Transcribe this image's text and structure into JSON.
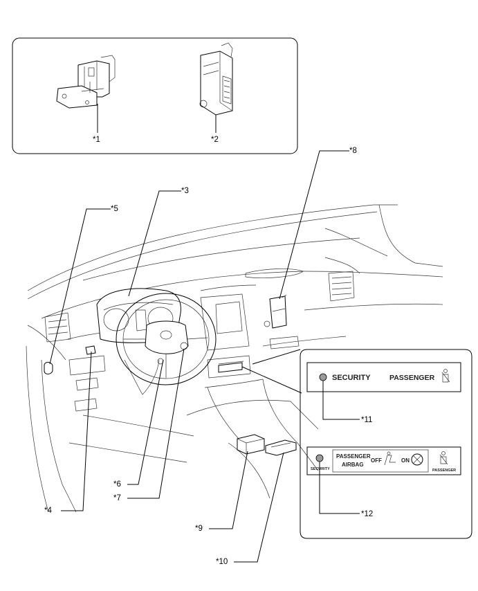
{
  "callouts": {
    "c1": "*1",
    "c2": "*2",
    "c3": "*3",
    "c4": "*4",
    "c5": "*5",
    "c6": "*6",
    "c7": "*7",
    "c8": "*8",
    "c9": "*9",
    "c10": "*10",
    "c11": "*11",
    "c12": "*12"
  },
  "panel_top": {
    "security": "SECURITY",
    "passenger": "PASSENGER"
  },
  "panel_bottom": {
    "security": "SECURITY",
    "passenger_airbag_line1": "PASSENGER",
    "passenger_airbag_line2": "AIRBAG",
    "off": "OFF",
    "on": "ON",
    "passenger": "PASSENGER"
  },
  "colors": {
    "line": "#000000",
    "indicator_fill": "#9a9a9a",
    "background": "#ffffff"
  }
}
